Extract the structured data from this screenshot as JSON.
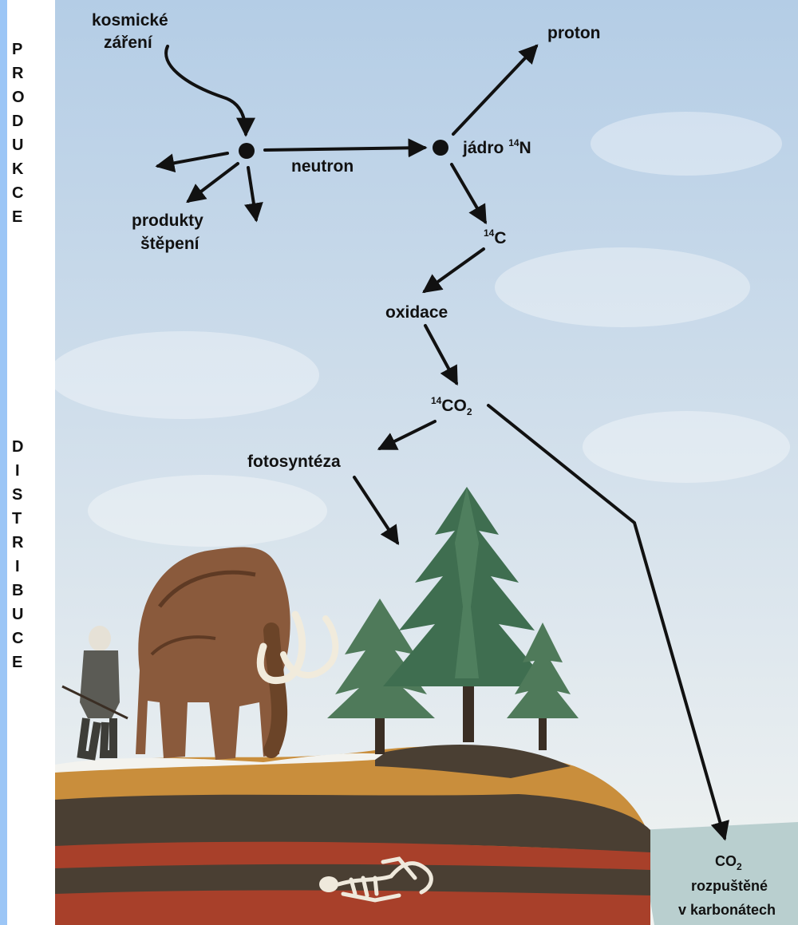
{
  "side_labels": {
    "top": [
      "P",
      "R",
      "O",
      "D",
      "U",
      "K",
      "C",
      "E"
    ],
    "bottom": [
      "D",
      "I",
      "S",
      "T",
      "R",
      "I",
      "B",
      "U",
      "C",
      "E"
    ]
  },
  "labels": {
    "cosmic_1": "kosmické",
    "cosmic_2": "záření",
    "proton": "proton",
    "neutron": "neutron",
    "nucleus_text": "jádro ",
    "nucleus_sup": "14",
    "nucleus_el": "N",
    "fission_1": "produkty",
    "fission_2": "štěpení",
    "c14_sup": "14",
    "c14_el": "C",
    "oxidation": "oxidace",
    "co2_sup": "14",
    "co2_el": "CO",
    "co2_sub": "2",
    "photosynthesis": "fotosyntéza",
    "dissolved_el": "CO",
    "dissolved_sub": "2",
    "dissolved_1": "rozpuštěné",
    "dissolved_2": "v karbonátech"
  },
  "colors": {
    "side_bar": "#9cc6f6",
    "sky_top": "#b7cfe6",
    "sky_bottom": "#eef2f2",
    "arrow": "#111111",
    "tree": "#3f6e50",
    "mammoth": "#8a5a3c",
    "soil_yellow": "#c98e3c",
    "soil_dark": "#4a3f33",
    "soil_red": "#a8402a",
    "water": "#b9cfcf"
  },
  "icons": [
    "mammoth-illustration",
    "hunter-illustration",
    "spruce-tree-illustration",
    "skeleton-illustration"
  ]
}
